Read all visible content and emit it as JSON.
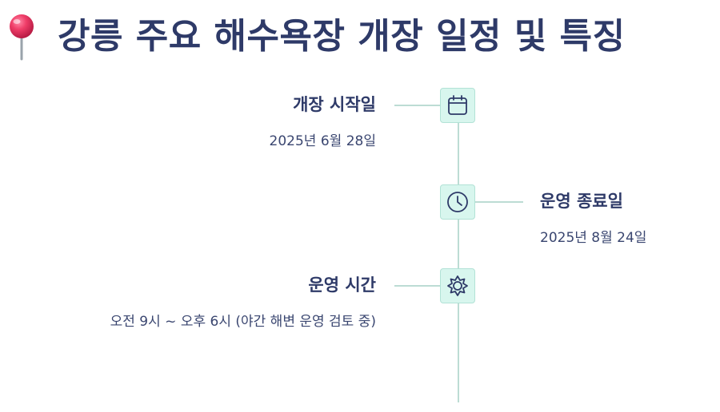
{
  "header": {
    "title": "강릉 주요 해수욕장 개장 일정 및 특징",
    "icon": "round-pushpin-icon"
  },
  "colors": {
    "title": "#2e3a68",
    "text": "#3a4670",
    "line": "#bcdcd4",
    "node_fill": "#d8f6ee",
    "node_border": "#b2e2d6",
    "pin": "#e8315b"
  },
  "timeline": {
    "items": [
      {
        "label": "개장 시작일",
        "value": "2025년 6월 28일",
        "icon": "calendar-icon",
        "side": "left"
      },
      {
        "label": "운영 종료일",
        "value": "2025년 8월 24일",
        "icon": "clock-icon",
        "side": "right"
      },
      {
        "label": "운영 시간",
        "value": "오전 9시 ~ 오후 6시 (야간 해변 운영 검토 중)",
        "icon": "sun-icon",
        "side": "left"
      }
    ]
  }
}
